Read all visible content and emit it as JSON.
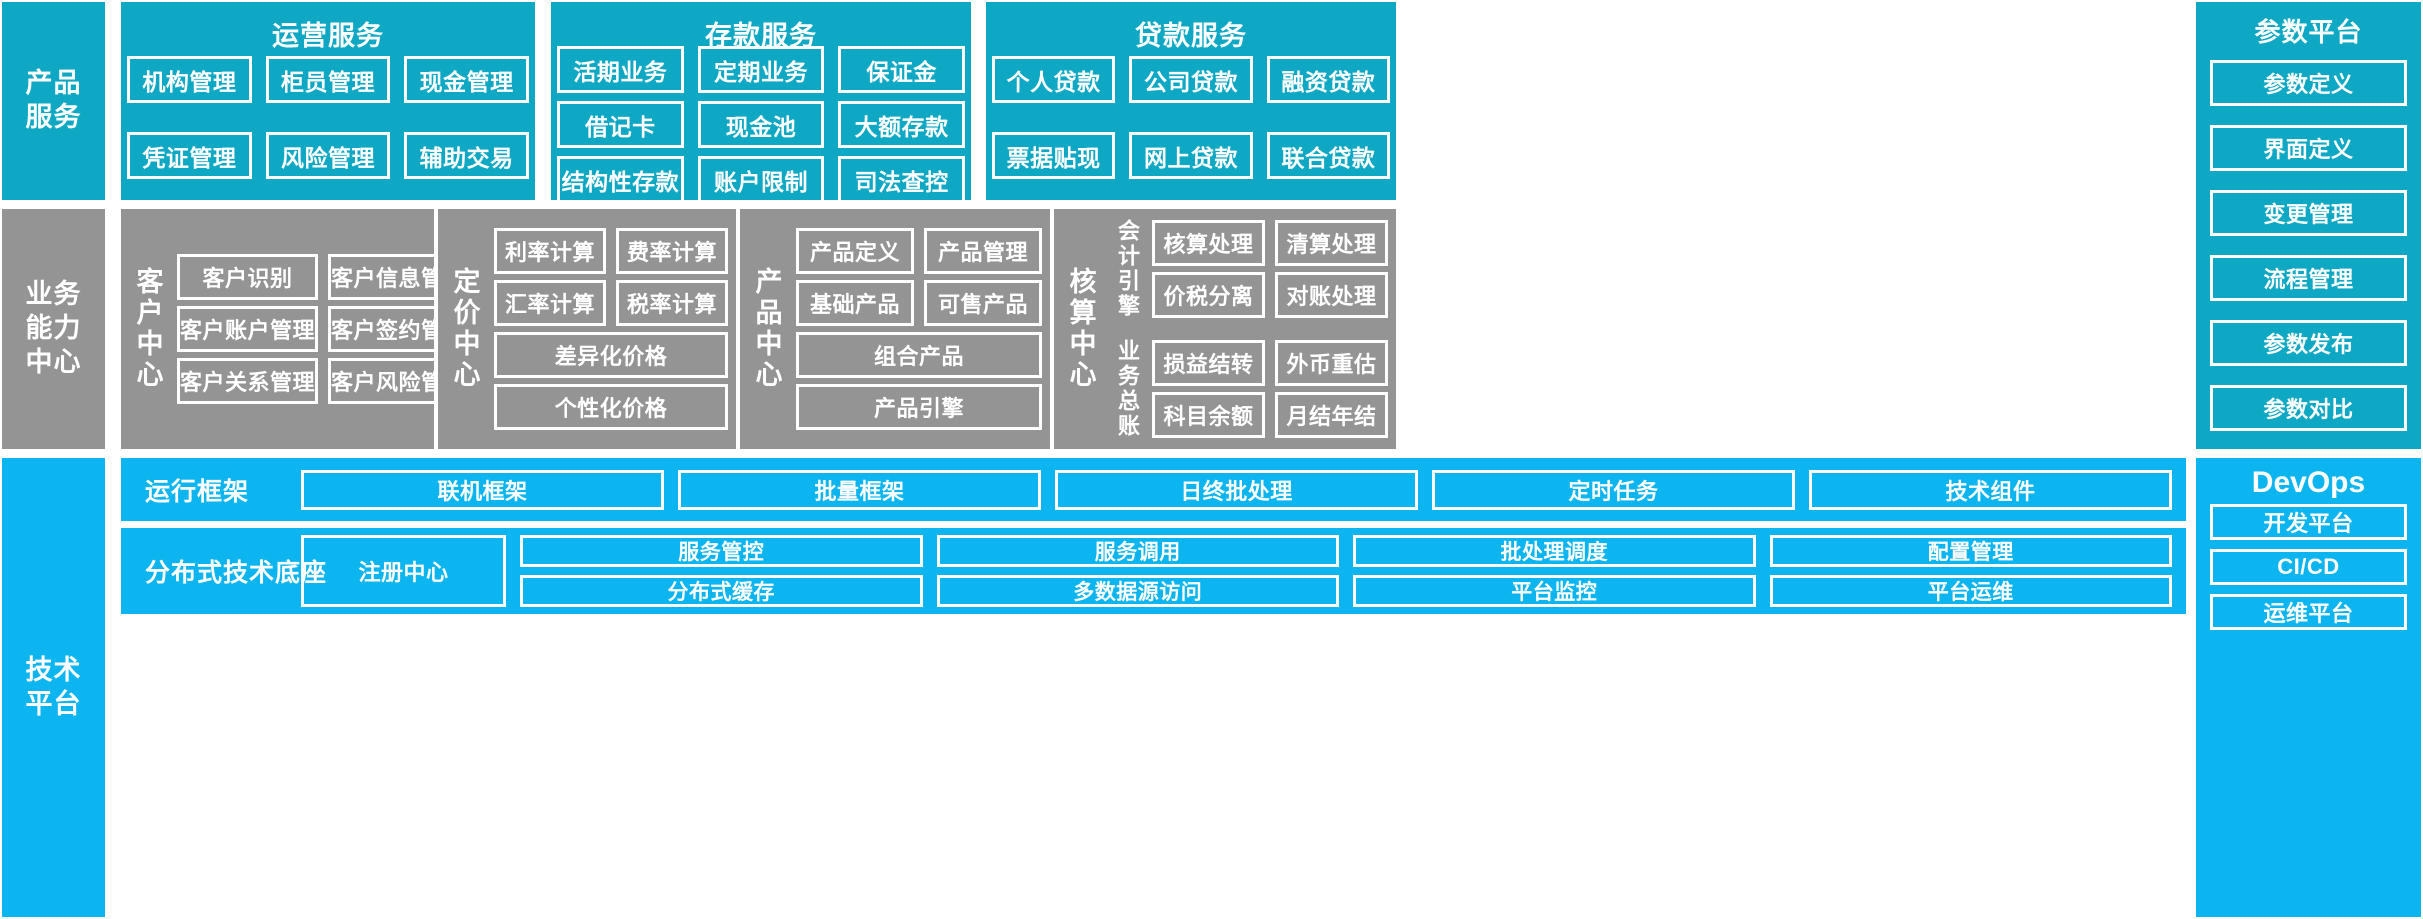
{
  "colors": {
    "product_service_band": "#0fa8c4",
    "business_capability_band": "#949494",
    "tech_platform_band": "#0cb5f0",
    "cell_border": "#ffffff",
    "text": "#ffffff",
    "background": "#ffffff"
  },
  "rows": {
    "product_service": {
      "side_label": "产品\n服务",
      "groups": [
        {
          "title": "运营服务",
          "items": [
            "机构管理",
            "柜员管理",
            "现金管理",
            "凭证管理",
            "风险管理",
            "辅助交易"
          ]
        },
        {
          "title": "存款服务",
          "items": [
            "活期业务",
            "定期业务",
            "保证金",
            "借记卡",
            "现金池",
            "大额存款",
            "结构性存款",
            "账户限制",
            "司法查控"
          ]
        },
        {
          "title": "贷款服务",
          "items": [
            "个人贷款",
            "公司贷款",
            "融资贷款",
            "票据贴现",
            "网上贷款",
            "联合贷款"
          ]
        }
      ]
    },
    "business_capability": {
      "side_label": "业务\n能力\n中心",
      "centers": [
        {
          "name": "客户中心",
          "rows": [
            [
              "客户识别",
              "客户信息管理"
            ],
            [
              "客户账户管理",
              "客户签约管理"
            ],
            [
              "客户关系管理",
              "客户风险管理"
            ]
          ]
        },
        {
          "name": "定价中心",
          "rows": [
            [
              "利率计算",
              "费率计算"
            ],
            [
              "汇率计算",
              "税率计算"
            ],
            [
              "差异化价格"
            ],
            [
              "个性化价格"
            ]
          ]
        },
        {
          "name": "产品中心",
          "rows": [
            [
              "产品定义",
              "产品管理"
            ],
            [
              "基础产品",
              "可售产品"
            ],
            [
              "组合产品"
            ],
            [
              "产品引擎"
            ]
          ]
        },
        {
          "name": "核算中心",
          "sub_groups": [
            {
              "label": "会计引擎",
              "rows": [
                [
                  "核算处理",
                  "清算处理"
                ],
                [
                  "价税分离",
                  "对账处理"
                ]
              ]
            },
            {
              "label": "业务总账",
              "rows": [
                [
                  "损益结转",
                  "外币重估"
                ],
                [
                  "科目余额",
                  "月结年结"
                ]
              ]
            }
          ]
        }
      ]
    },
    "tech_platform": {
      "side_label": "技术\n平台",
      "runtime_framework": {
        "label": "运行框架",
        "items": [
          "联机框架",
          "批量框架",
          "日终批处理",
          "定时任务",
          "技术组件"
        ]
      },
      "distributed_base": {
        "label": "分布式技术底座",
        "registry": "注册中心",
        "columns": [
          {
            "top": "服务管控",
            "bottom": "分布式缓存"
          },
          {
            "top": "服务调用",
            "bottom": "多数据源访问"
          },
          {
            "top": "批处理调度",
            "bottom": "平台监控"
          },
          {
            "top": "配置管理",
            "bottom": "平台运维"
          }
        ]
      }
    }
  },
  "right_column": {
    "parameter_platform": {
      "title": "参数平台",
      "items": [
        "参数定义",
        "界面定义",
        "变更管理",
        "流程管理",
        "参数发布",
        "参数对比"
      ]
    },
    "devops": {
      "title": "DevOps",
      "items": [
        "开发平台",
        "CI/CD",
        "运维平台"
      ]
    }
  }
}
